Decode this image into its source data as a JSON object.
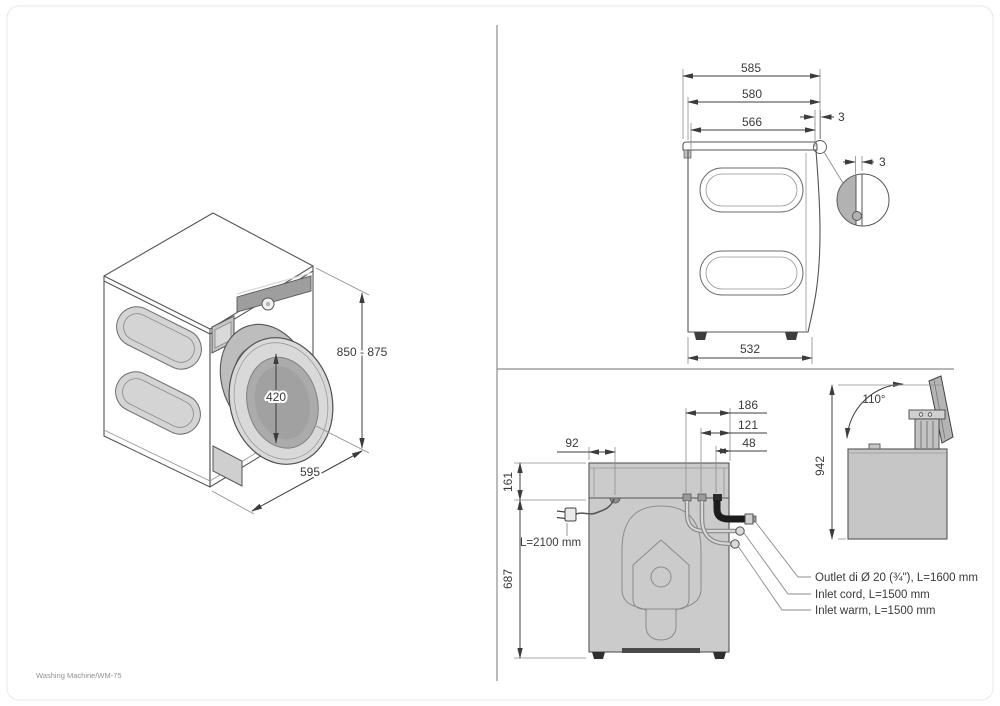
{
  "footer": {
    "label": "Washing Machine/WM-75"
  },
  "isometric_view": {
    "height_range": "850 - 875",
    "door_diameter": "420",
    "depth": "595"
  },
  "side_view": {
    "depth_total": "585",
    "depth_body": "580",
    "depth_inner": "566",
    "front_gap": "3",
    "detail_gap": "3",
    "base_depth": "532"
  },
  "rear_view": {
    "cord_offset": "92",
    "hose_far": "186",
    "hose_mid": "121",
    "hose_near": "48",
    "top_band_height": "161",
    "body_height": "687",
    "drain_hose_length": "L=2100 mm",
    "callouts": [
      "Outlet di Ø 20 (¾\"), L=1600 mm",
      "Inlet cord, L=1500 mm",
      "Inlet warm, L=1500 mm"
    ]
  },
  "lid_view": {
    "open_height": "942",
    "open_angle": "110°"
  }
}
